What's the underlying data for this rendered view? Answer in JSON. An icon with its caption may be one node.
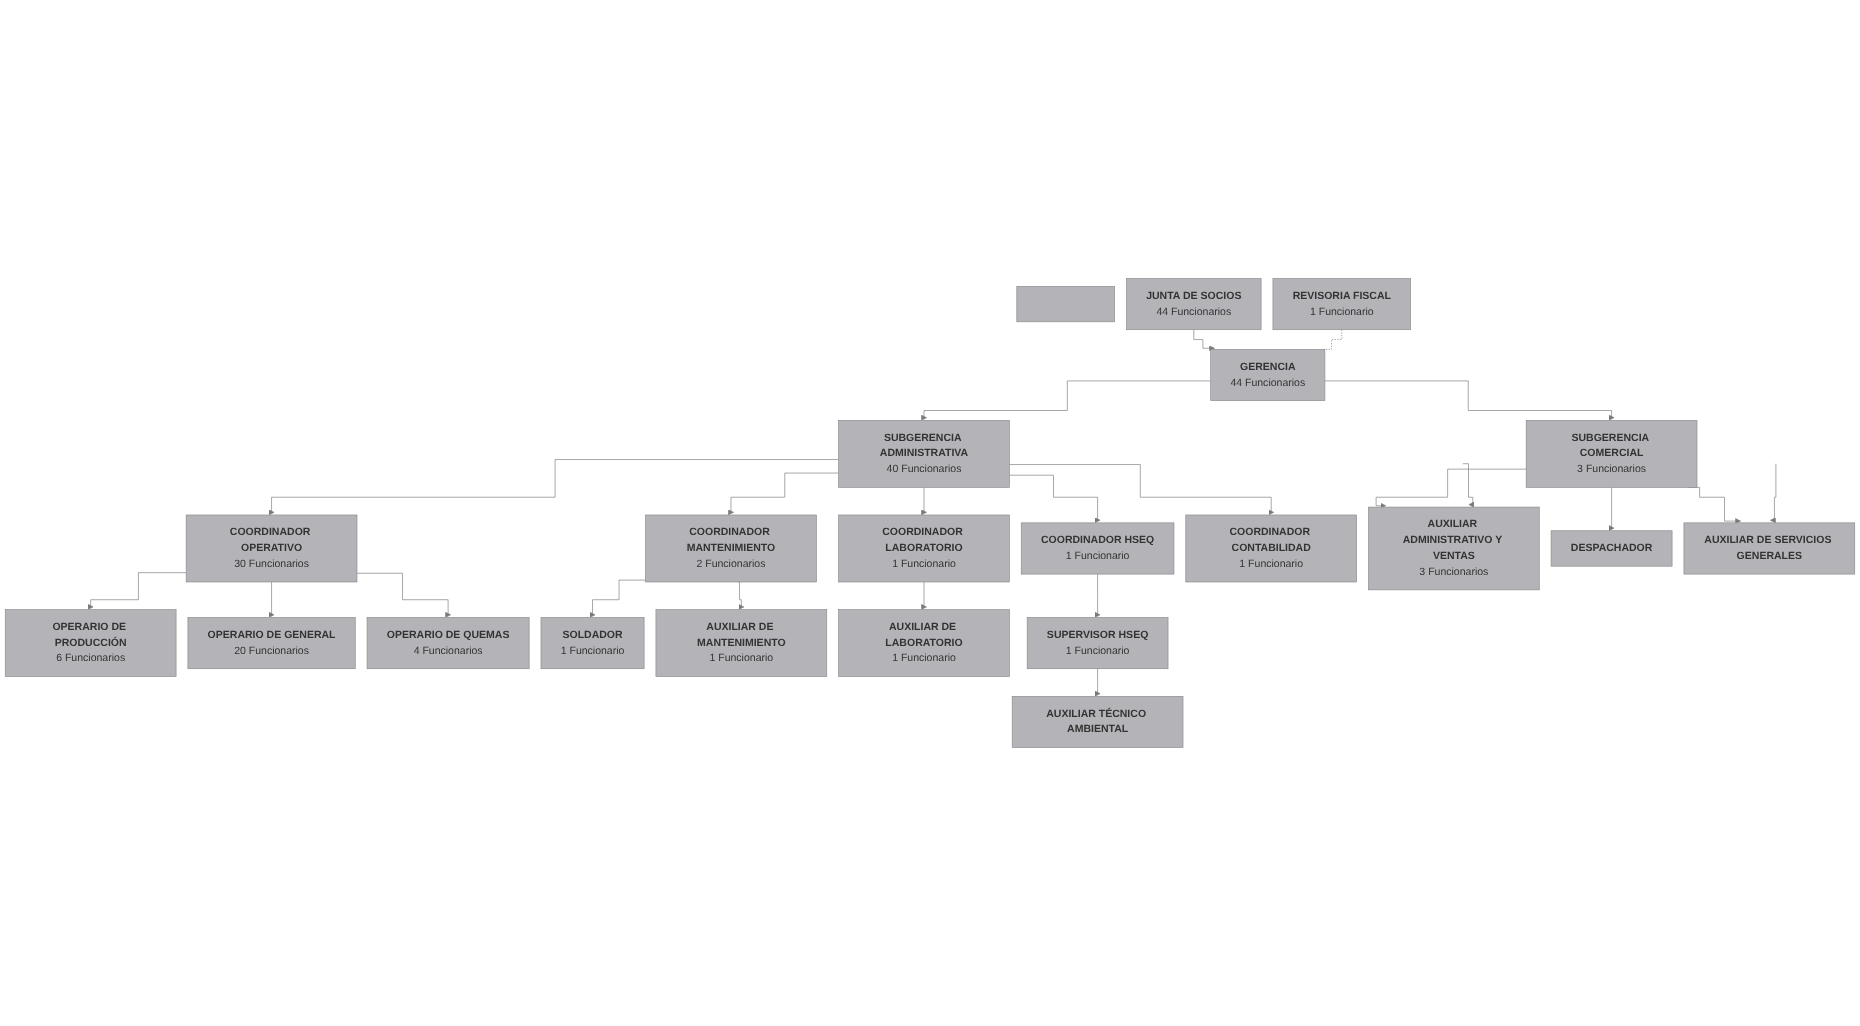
{
  "diagram": {
    "nodes": [
      {
        "text": [],
        "shape": "box"
      },
      {
        "text": [
          "JUNTA DE SOCIOS",
          "44 Funcionarios"
        ]
      },
      {
        "text": [
          "GERENCIA",
          "44 Funcionarios"
        ]
      },
      {
        "text": [
          "REVISORIA FISCAL",
          "1 Funcionario"
        ]
      },
      {
        "text": [
          "SUBGERENCIA ADMINISTRATIVA",
          "40 Funcionarios"
        ]
      },
      {
        "text": [
          "SUBGERENCIA COMERCIAL",
          "3 Funcionarios"
        ]
      },
      {
        "text": [
          "COORDINADOR OPERATIVO",
          "30 Funcionarios"
        ]
      },
      {
        "text": [
          "COORDINADOR MANTENIMIENTO",
          "2 Funcionarios"
        ]
      },
      {
        "text": [
          "COORDINADOR LABORATORIO",
          "1 Funcionario"
        ]
      },
      {
        "text": [
          "COORDINADOR HSEQ",
          "1 Funcionario"
        ]
      },
      {
        "text": [
          "COORDINADOR CONTABILIDAD",
          "1 Funcionario"
        ]
      },
      {
        "text": [
          "OPERARIO DE PRODUCCIÓN",
          "6 Funcionarios"
        ]
      },
      {
        "text": [
          "OPERARIO DE GENERAL",
          "20 Funcionarios"
        ]
      },
      {
        "text": [
          "OPERARIO DE QUEMAS",
          "4 Funcionarios"
        ]
      },
      {
        "text": [
          "SOLDADOR",
          "1 Funcionario"
        ]
      },
      {
        "text": [
          "AUXILIAR DE MANTENIMIENTO",
          "1 Funcionario"
        ]
      },
      {
        "text": [
          "AUXILIAR DE LABORATORIO",
          "1 Funcionario"
        ]
      },
      {
        "text": [
          "SUPERVISOR HSEQ",
          "1 Funcionario"
        ]
      },
      {
        "text": [
          "AUXILIAR TÉCNICO AMBIENTAL"
        ]
      },
      {
        "text": [
          "AUXILIAR ADMINISTRATIVO Y VENTAS",
          "3 Funcionarios"
        ]
      },
      {
        "text": [
          "DESPACHADOR"
        ]
      },
      {
        "text": [
          "AUXILIAR DE SERVICIOS GENERALES"
        ]
      }
    ],
    "edges": [
      {
        "from": 1,
        "to": 2,
        "arrow": "to"
      },
      {
        "from": 3,
        "to": 2,
        "arrow": "none",
        "style": "dashed"
      },
      {
        "from": 2,
        "to": 4,
        "arrow": "to"
      },
      {
        "from": 2,
        "to": 5,
        "arrow": "to"
      },
      {
        "from": 4,
        "to": 6,
        "arrow": "to"
      },
      {
        "from": 4,
        "to": 7,
        "arrow": "to"
      },
      {
        "from": 4,
        "to": 8,
        "arrow": "to"
      },
      {
        "from": 4,
        "to": 9,
        "arrow": "to"
      },
      {
        "from": 4,
        "to": 10,
        "arrow": "to"
      },
      {
        "from": 6,
        "to": 11,
        "arrow": "to"
      },
      {
        "from": 6,
        "to": 12,
        "arrow": "to"
      },
      {
        "from": 6,
        "to": 13,
        "arrow": "to"
      },
      {
        "from": 7,
        "to": 14,
        "arrow": "to"
      },
      {
        "from": 7,
        "to": 15,
        "arrow": "to"
      },
      {
        "from": 8,
        "to": 16,
        "arrow": "to"
      },
      {
        "from": 9,
        "to": 17,
        "arrow": "to"
      },
      {
        "from": 17,
        "to": 18,
        "arrow": "to"
      },
      {
        "from": 5,
        "to": 19,
        "arrow": "to"
      },
      {
        "from": 5,
        "to": 20,
        "arrow": "to"
      },
      {
        "from": 5,
        "to": 21,
        "arrow": "to"
      },
      {
        "from": null,
        "to": 19,
        "arrow": "to"
      },
      {
        "from": null,
        "to": 21,
        "arrow": "to"
      }
    ]
  }
}
